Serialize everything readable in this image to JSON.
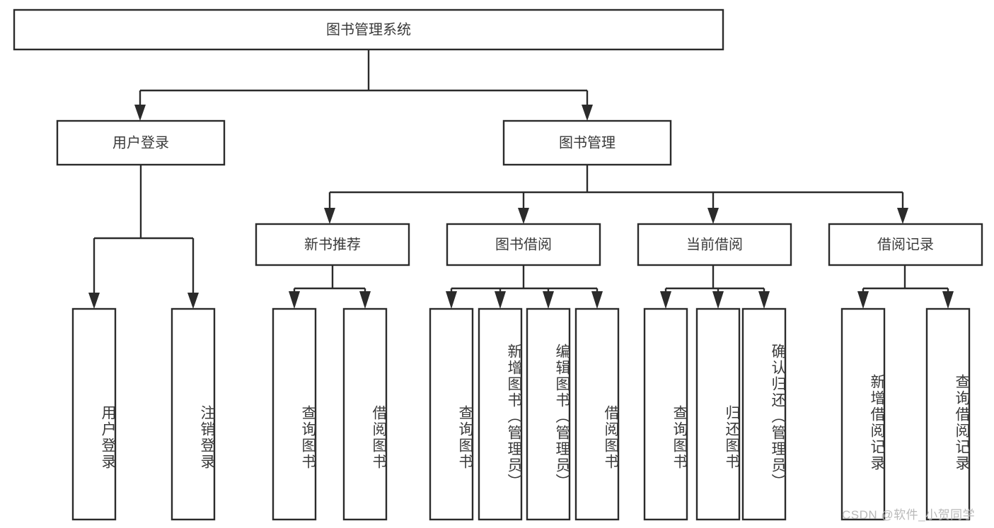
{
  "diagram": {
    "type": "tree-hierarchy-chart",
    "title_text": "图书管理系统",
    "orientation": "top-down",
    "colors": {
      "background": "#ffffff",
      "box_fill": "#ffffff",
      "box_stroke": "#2b2b2b",
      "text": "#3a3a3a",
      "watermark": "#b9b9b9"
    },
    "root": {
      "label": "图书管理系统"
    },
    "level2": [
      {
        "label": "用户登录"
      },
      {
        "label": "图书管理"
      }
    ],
    "level3": [
      {
        "label": "新书推荐"
      },
      {
        "label": "图书借阅"
      },
      {
        "label": "当前借阅"
      },
      {
        "label": "借阅记录"
      }
    ],
    "leaves": {
      "user_login": [
        {
          "label": "用户登录"
        },
        {
          "label": "注销登录"
        }
      ],
      "new_book_recommend": [
        {
          "label": "查询图书"
        },
        {
          "label": "借阅图书"
        }
      ],
      "book_borrow": [
        {
          "label": "查询图书"
        },
        {
          "label": "新增图书（管理员）"
        },
        {
          "label": "编辑图书（管理员）"
        },
        {
          "label": "借阅图书"
        }
      ],
      "current_borrow": [
        {
          "label": "查询图书"
        },
        {
          "label": "归还图书"
        },
        {
          "label": "确认归还（管理员）"
        }
      ],
      "borrow_records": [
        {
          "label": "新增借阅记录"
        },
        {
          "label": "查询借阅记录"
        }
      ]
    }
  },
  "watermark": {
    "text": "CSDN @软件_小贺同学"
  }
}
